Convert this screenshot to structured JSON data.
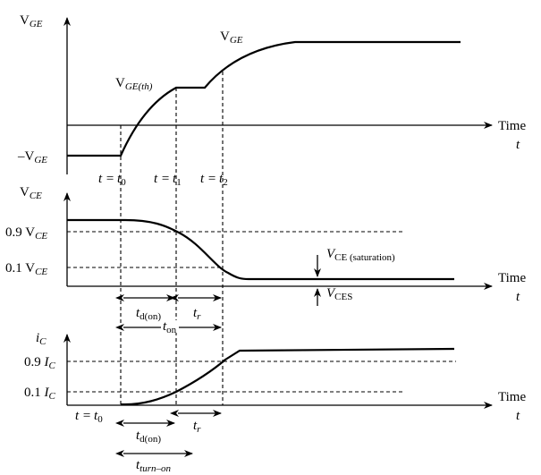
{
  "colors": {
    "line": "#000000",
    "background": "#ffffff"
  },
  "panel_gate": {
    "y_label": {
      "main": "V",
      "sub": "GE"
    },
    "neg_level_label": {
      "main": "–V",
      "sub": "GE"
    },
    "threshold_label": {
      "main": "V",
      "sub": "GE(th)"
    },
    "curve_label": {
      "main": "V",
      "sub": "GE"
    },
    "time_label": "Time",
    "time_symbol": "t",
    "markers": [
      {
        "lhs": "t =",
        "rhs": "t",
        "sub": "0"
      },
      {
        "lhs": "t =",
        "rhs": "t",
        "sub": "1"
      },
      {
        "lhs": "t =",
        "rhs": "t",
        "sub": "2"
      }
    ]
  },
  "panel_vce": {
    "y_label": {
      "main": "V",
      "sub": "CE"
    },
    "level_09": {
      "main": "0.9 V",
      "sub": "CE"
    },
    "level_01": {
      "main": "0.1 V",
      "sub": "CE"
    },
    "saturation_label": {
      "main": "V",
      "sub": "CE (saturation)"
    },
    "ces_label": {
      "main": "V",
      "sub": "CES"
    },
    "time_label": "Time",
    "time_symbol": "t",
    "td_on": {
      "main": "t",
      "sub": "d(on)"
    },
    "tr": {
      "main": "t",
      "sub": "r"
    },
    "ton": {
      "main": "t",
      "sub": "on"
    }
  },
  "panel_ic": {
    "y_label": {
      "main": "i",
      "sub": "C"
    },
    "level_09": {
      "main": "0.9 ",
      "it": "I",
      "sub": "C"
    },
    "level_01": {
      "main": "0.1 ",
      "it": "I",
      "sub": "C"
    },
    "time_label": "Time",
    "time_symbol": "t",
    "t0_label": {
      "lhs": "t =",
      "rhs": "t",
      "sub": "0"
    },
    "td_on": {
      "main": "t",
      "sub": "d(on)"
    },
    "tr": {
      "main": "t",
      "sub": "r"
    },
    "turn_on": {
      "main": "t",
      "sub": "turn–on"
    }
  }
}
